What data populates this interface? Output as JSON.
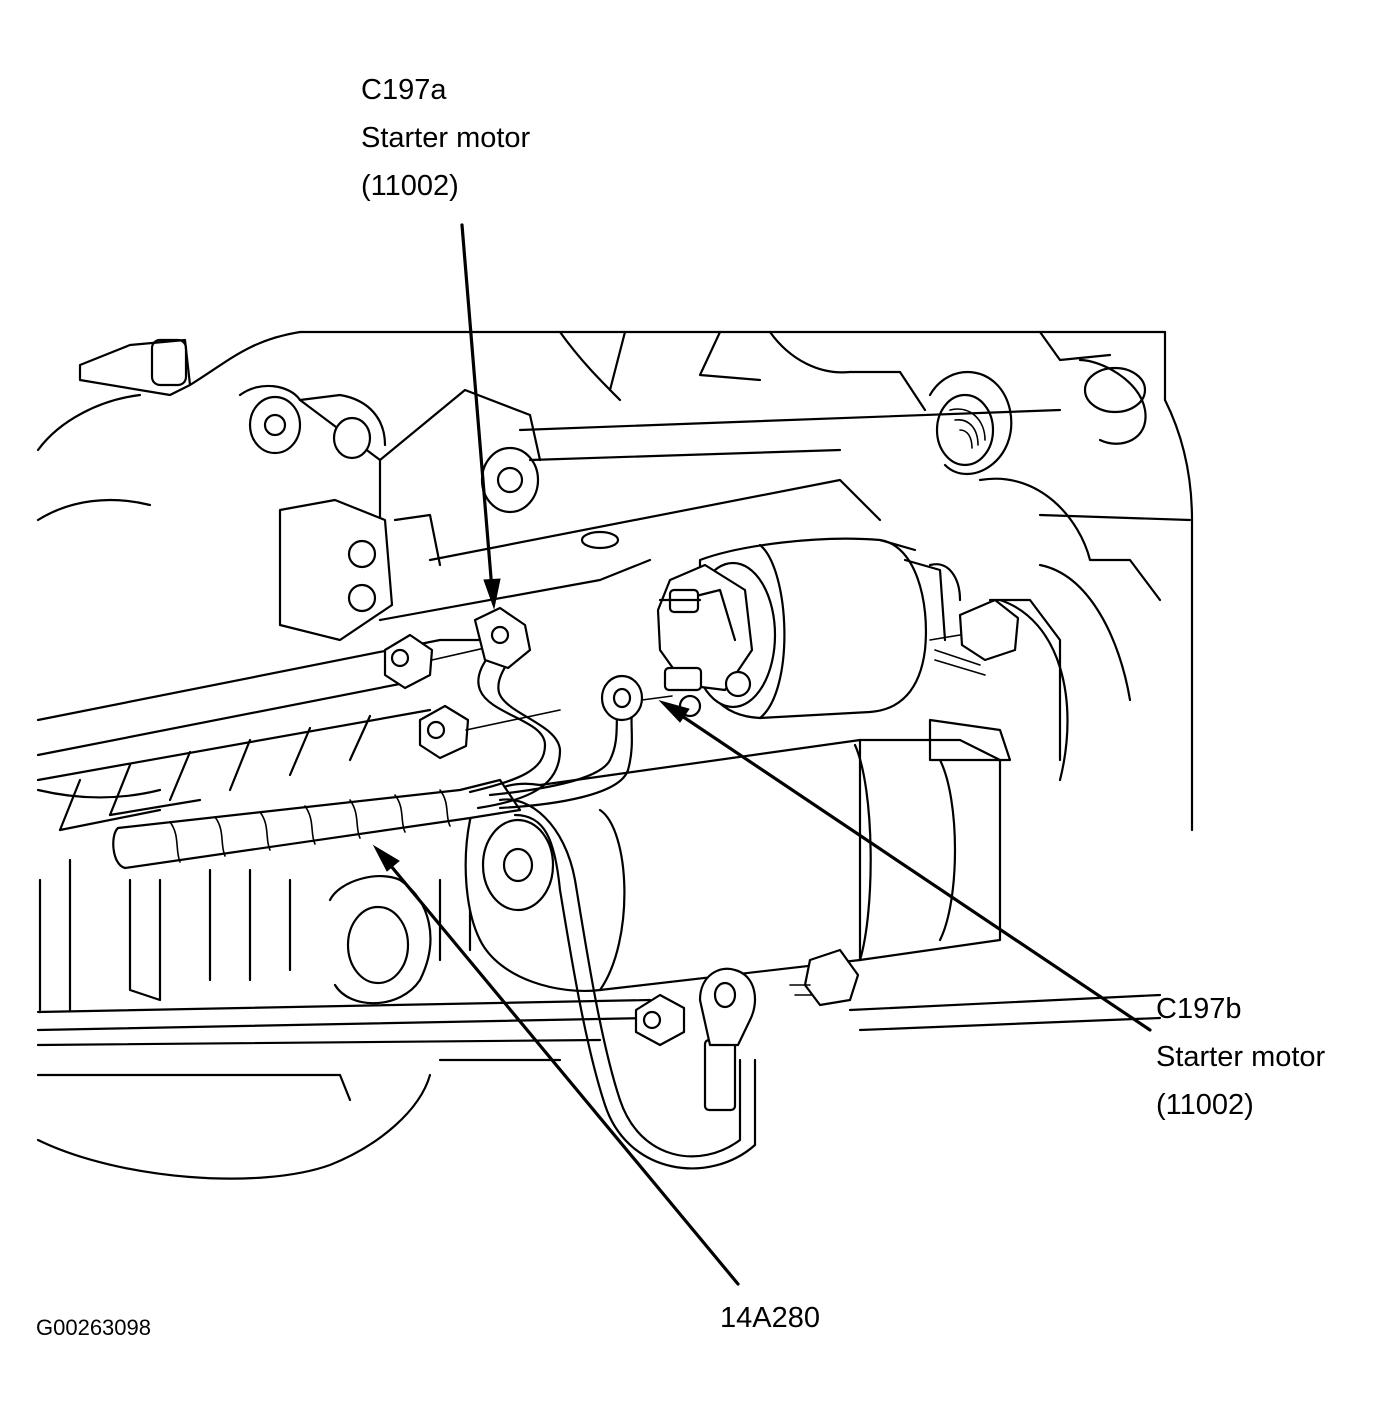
{
  "callouts": {
    "c197a": {
      "code": "C197a",
      "name": "Starter motor",
      "part_number": "(11002)"
    },
    "c197b": {
      "code": "C197b",
      "name": "Starter motor",
      "part_number": "(11002)"
    },
    "harness": {
      "code": "14A280"
    }
  },
  "figure_id": "G00263098"
}
